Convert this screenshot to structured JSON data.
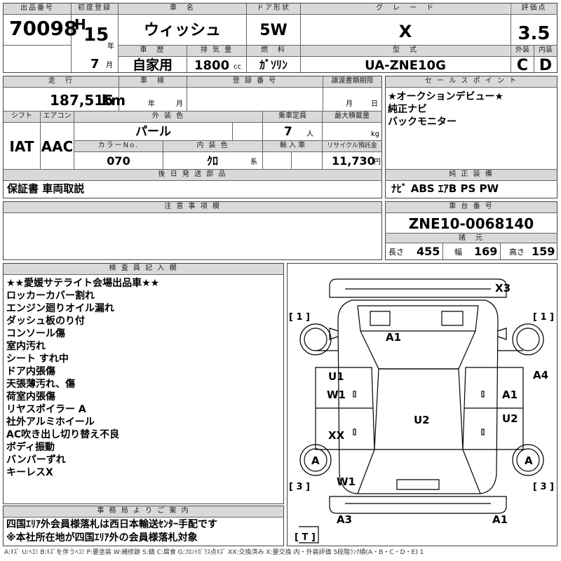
{
  "listing": {
    "lot_label": "出品番号",
    "lot_no": "70098",
    "first_reg_label": "初度登録",
    "era": "H",
    "year": "15",
    "year_unit": "年",
    "month": "7",
    "month_unit": "月",
    "name_label": "車　名",
    "name": "ウィッシュ",
    "doors_label": "ドア形状",
    "doors": "5W",
    "grade_label": "グ　レ　ー　ド",
    "grade": "X",
    "score_label": "評価点",
    "score": "3.5",
    "history_label": "車　歴",
    "history": "自家用",
    "disp_label": "排 気 量",
    "disp": "1800",
    "disp_unit": "cc",
    "fuel_label": "燃　料",
    "fuel": "ｶﾞｿﾘﾝ",
    "model_label": "型　式",
    "model": "UA-ZNE10G",
    "ext_label": "外装",
    "ext": "C",
    "int_label": "内装",
    "int": "D"
  },
  "specs": {
    "mileage_label": "走　行",
    "mileage": "187,515",
    "mileage_unit": "km",
    "inspect_label": "車　検",
    "inspect_year_unit": "年",
    "inspect_month_unit": "月",
    "reg_label": "登 録 番 号",
    "transfer_label": "譲渡書類期限",
    "transfer_month_unit": "月",
    "transfer_day_unit": "日",
    "shift_label": "シフト",
    "ac_label": "エアコン",
    "color_label": "外 装 色",
    "capacity_label": "乗車定員",
    "load_label": "最大積載量",
    "shift": "IAT",
    "ac": "AAC",
    "color": "パール",
    "capacity": "7",
    "capacity_unit": "人",
    "load_unit": "kg",
    "colorno_label": "カラーNo.",
    "trim_label": "内 装 色",
    "import_label": "輸 入 車",
    "recycle_label": "リサイクル預託金",
    "colorno": "070",
    "trim": "ｸﾛ",
    "trim_unit": "系",
    "recycle": "11,730",
    "recycle_unit": "円",
    "later_label": "後 日 発 送 部 品",
    "later": "保証書 車両取説",
    "notes_label": "注 意 事 項 欄"
  },
  "sales": {
    "label": "セ ー ル ス ポ イ ン ト",
    "items": [
      "★オークションデビュー★",
      "純正ナビ",
      "バックモニター"
    ],
    "equip_label": "純 正 装 備",
    "equip": "ﾅﾋﾞ ABS ｴｱB PS PW",
    "chassis_label": "車 台 番 号",
    "chassis": "ZNE10-0068140",
    "dims_label": "諸　元",
    "len_label": "長さ",
    "len": "455",
    "wid_label": "幅",
    "wid": "169",
    "hgt_label": "高さ",
    "hgt": "159"
  },
  "inspector": {
    "label": "検 査 員 記 入 欄",
    "items": [
      "★★愛媛サテライト会場出品車★★",
      "ロッカーカバー割れ",
      "エンジン廻りオイル漏れ",
      "ダッシュ板のり付",
      "コンソール傷",
      "室内汚れ",
      "シート すれ中",
      "ドア内張傷",
      "天張薄汚れ、傷",
      "荷室内張傷",
      "リヤスポイラー A",
      "社外アルミホイール",
      "AC吹き出し切り替え不良",
      "ボディ振動",
      "バンパーずれ",
      "キーレスX"
    ]
  },
  "office": {
    "label": "事 務 局 よ り ご 案 内",
    "line1": "四国ｴﾘｱ外会員様落札は西日本輸送ｾﾝﾀｰ手配です",
    "line2": "※本社所在地が四国ｴﾘｱ外の会員様落札対象"
  },
  "diagram": {
    "x3": "X3",
    "a1_hood": "A1",
    "u1": "U1",
    "w1_left": "W1",
    "a1_right": "A1",
    "a4": "A4",
    "u2_roof": "U2",
    "u2_right": "U2",
    "xx": "XX",
    "a_left": "A",
    "a_right": "A",
    "w1_rear": "W1",
    "a3": "A3",
    "a1_bottom": "A1",
    "wheel_lf": "[ 1 ]",
    "wheel_rf": "[ 1 ]",
    "wheel_lr": "[ 3 ]",
    "wheel_rr": "[ 3 ]",
    "tire_t": "[ T ]"
  },
  "footer": "A:ｷｽﾞ U:ﾍｺﾐ B:ｷｽﾞを伴うﾍｺﾐ P:要塗装 W:補修跡 S:錆 C:腐食 G:ﾌﾛﾝﾄｶﾞﾗｽ点ｷｽﾞ XX:交換済み X:要交換  内・外装評価 5段階ﾗﾝｸ順(A・B・C・D・E) 1"
}
